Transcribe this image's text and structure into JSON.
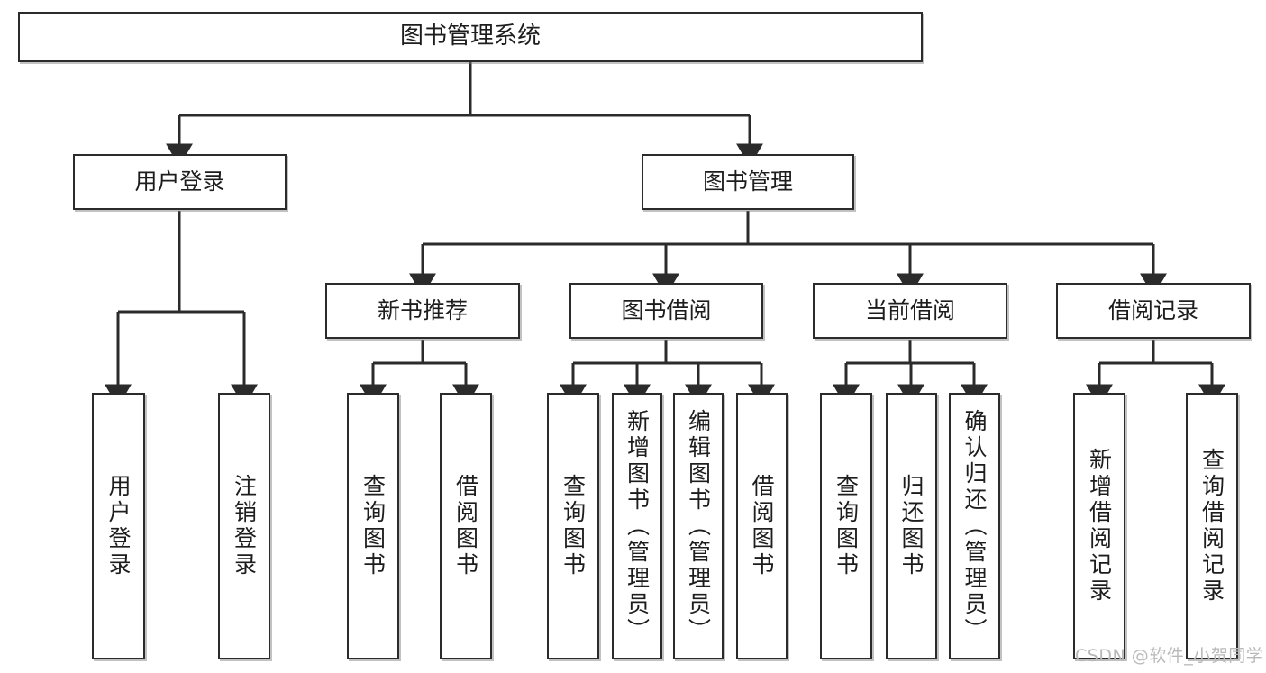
{
  "diagram": {
    "type": "tree",
    "title": "图书管理系统",
    "watermark": "CSDN @软件_小贺同学",
    "colors": {
      "box_border": "#2b2b2b",
      "box_fill": "#ffffff",
      "text": "#1d1d1d",
      "connector": "#2b2b2b",
      "watermark": "#b9b9b9"
    },
    "levels": {
      "root": {
        "label": "图书管理系统"
      },
      "level2": [
        {
          "id": "user-login",
          "label": "用户登录"
        },
        {
          "id": "book-management",
          "label": "图书管理"
        }
      ],
      "level3": [
        {
          "id": "new-book-recommend",
          "label": "新书推荐",
          "parent": "book-management"
        },
        {
          "id": "book-borrow",
          "label": "图书借阅",
          "parent": "book-management"
        },
        {
          "id": "current-borrow",
          "label": "当前借阅",
          "parent": "book-management"
        },
        {
          "id": "borrow-record",
          "label": "借阅记录",
          "parent": "book-management"
        }
      ],
      "leaves": [
        {
          "id": "leaf-user-login",
          "label": "用户登录",
          "parent": "user-login"
        },
        {
          "id": "leaf-logout-login",
          "label": "注销登录",
          "parent": "user-login"
        },
        {
          "id": "leaf-query-book-1",
          "label": "查询图书",
          "parent": "new-book-recommend"
        },
        {
          "id": "leaf-borrow-book-1",
          "label": "借阅图书",
          "parent": "new-book-recommend"
        },
        {
          "id": "leaf-query-book-2",
          "label": "查询图书",
          "parent": "book-borrow"
        },
        {
          "id": "leaf-add-book",
          "label": "新增图书（管理员）",
          "parent": "book-borrow"
        },
        {
          "id": "leaf-edit-book",
          "label": "编辑图书（管理员）",
          "parent": "book-borrow"
        },
        {
          "id": "leaf-borrow-book-2",
          "label": "借阅图书",
          "parent": "book-borrow"
        },
        {
          "id": "leaf-query-book-3",
          "label": "查询图书",
          "parent": "current-borrow"
        },
        {
          "id": "leaf-return-book",
          "label": "归还图书",
          "parent": "current-borrow"
        },
        {
          "id": "leaf-confirm-return",
          "label": "确认归还（管理员）",
          "parent": "current-borrow"
        },
        {
          "id": "leaf-add-borrow-record",
          "label": "新增借阅记录",
          "parent": "borrow-record"
        },
        {
          "id": "leaf-query-borrow-record",
          "label": "查询借阅记录",
          "parent": "borrow-record"
        }
      ]
    }
  }
}
